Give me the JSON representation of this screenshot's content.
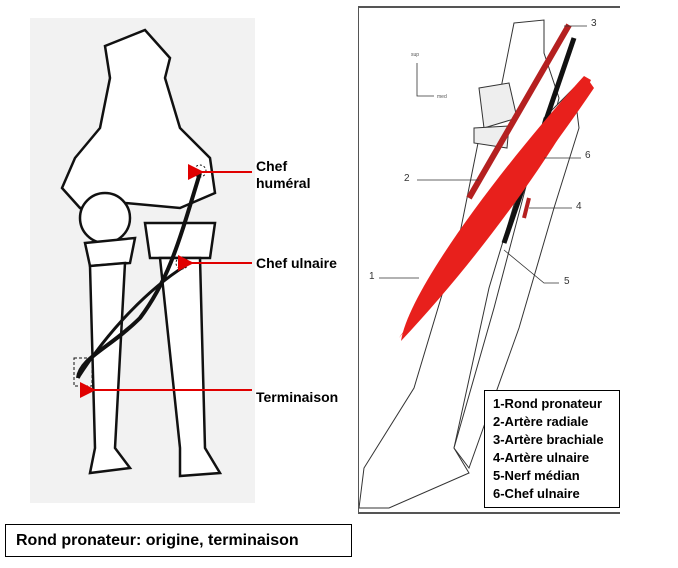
{
  "left_figure": {
    "labels": {
      "chef_humeral": "Chef\nhuméral",
      "chef_ulnaire": "Chef ulnaire",
      "terminaison": "Terminaison"
    }
  },
  "caption": "Rond pronateur: origine, terminaison",
  "right_figure": {
    "orientation": {
      "sup": "sup",
      "med": "med"
    },
    "callouts": [
      "1",
      "2",
      "3",
      "4",
      "5",
      "6"
    ],
    "legend": [
      "1-Rond pronateur",
      "2-Artère radiale",
      "3-Artère brachiale",
      "4-Artère ulnaire",
      "5-Nerf médian",
      "6-Chef ulnaire"
    ]
  },
  "colors": {
    "muscle": "#e8201c",
    "arrow": "#e00000",
    "artery": "#b52020"
  }
}
